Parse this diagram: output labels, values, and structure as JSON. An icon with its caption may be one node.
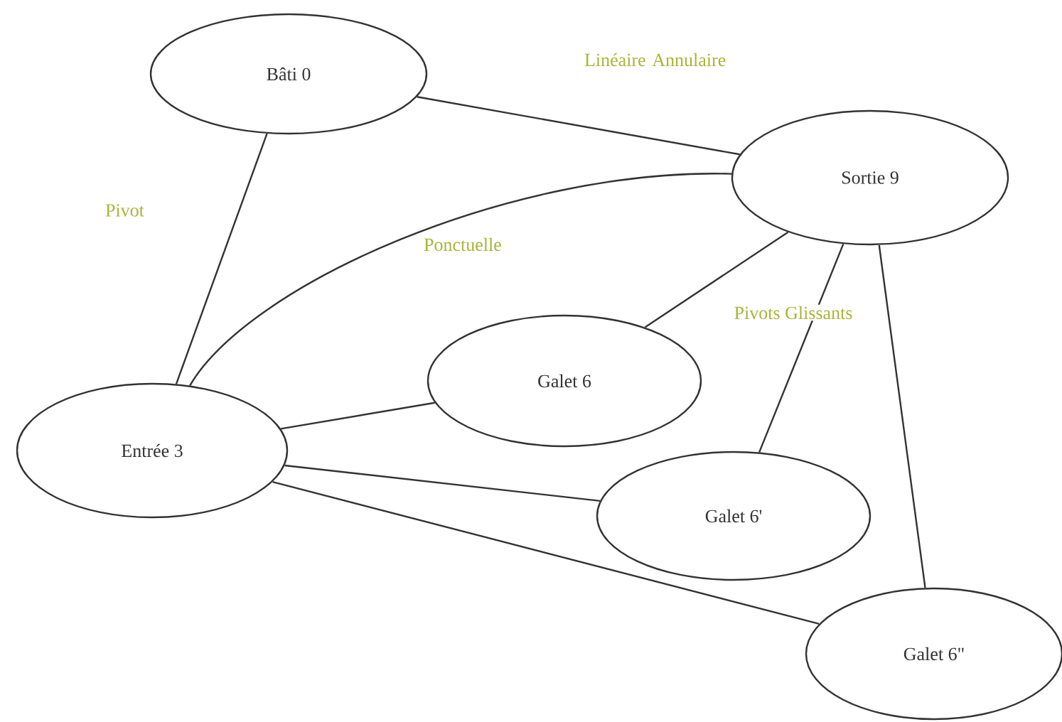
{
  "diagram": {
    "nodes": [
      {
        "text": [
          "Bâti 0"
        ]
      },
      {
        "text": [
          "Sortie 9"
        ]
      },
      {
        "text": [
          "Entrée 3"
        ]
      },
      {
        "text": [
          "Galet 6"
        ]
      },
      {
        "text": [
          "Galet 6'"
        ]
      },
      {
        "text": [
          "Galet 6\""
        ]
      }
    ],
    "edges": [
      {
        "from": 0,
        "to": 1,
        "arrow": "none",
        "label": "Linéaire Annulaire"
      },
      {
        "from": 0,
        "to": 2,
        "arrow": "none",
        "label": "Pivot"
      },
      {
        "from": 2,
        "to": 1,
        "arrow": "none",
        "label": "Ponctuelle"
      },
      {
        "from": 2,
        "to": 3,
        "arrow": "none"
      },
      {
        "from": 2,
        "to": 4,
        "arrow": "none"
      },
      {
        "from": 2,
        "to": 5,
        "arrow": "none"
      },
      {
        "from": 1,
        "to": 3,
        "arrow": "none"
      },
      {
        "from": 1,
        "to": 4,
        "arrow": "none"
      },
      {
        "from": 1,
        "to": 5,
        "arrow": "none"
      }
    ],
    "labels": [
      "Pivots Glissants"
    ]
  }
}
